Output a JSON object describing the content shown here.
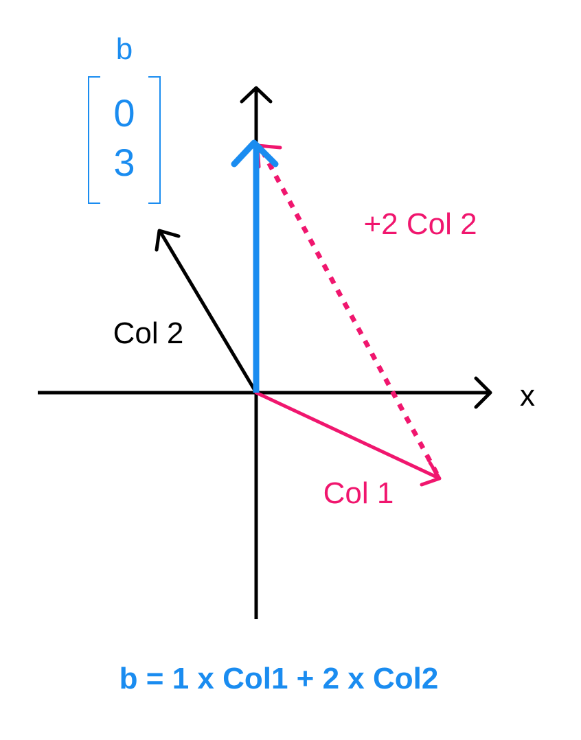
{
  "colors": {
    "blue": "#1a8cf0",
    "pink": "#f0166e",
    "black": "#000000",
    "background": "#ffffff"
  },
  "vector_b": {
    "name": "b",
    "entries": [
      "0",
      "3"
    ]
  },
  "labels": {
    "x_axis": "x",
    "col1": "Col 1",
    "col2": "Col 2",
    "scaled_col2": "+2 Col 2"
  },
  "equation": "b = 1 x Col1 + 2 x Col2"
}
